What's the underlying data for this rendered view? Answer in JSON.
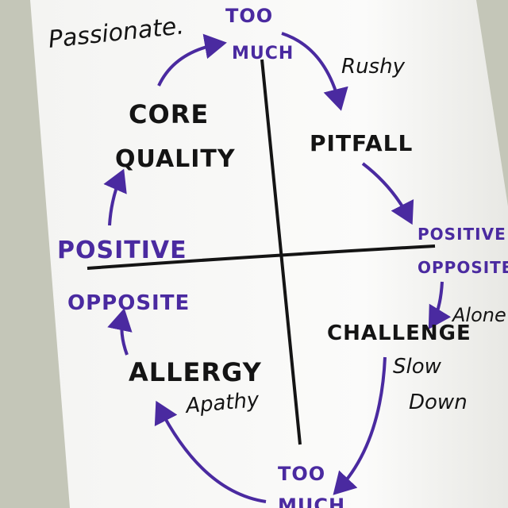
{
  "colors": {
    "ink_black": "#141414",
    "ink_purple": "#4a2aa0",
    "paper": "#f6f6f4",
    "wall": "#c4c6b8"
  },
  "top": {
    "too_much_1": "TOO",
    "too_much_2": "MUCH",
    "note_left": "Passionate.",
    "note_right": "Rushy"
  },
  "quadrants": {
    "core_quality_1": "CORE",
    "core_quality_2": "QUALITY",
    "pitfall": "PITFALL",
    "challenge": "CHALLENGE",
    "allergy": "ALLERGY"
  },
  "labels": {
    "positive": "POSITIVE",
    "opposite": "OPPOSITE",
    "positive_opposite_1": "POSITIVE",
    "positive_opposite_2": "OPPOSITE",
    "alone": "Alone",
    "slow_down_1": "Slow",
    "slow_down_2": "Down",
    "apathy": "Apathy"
  },
  "bottom": {
    "too_much_1": "TOO",
    "too_much_2": "MUCH"
  }
}
